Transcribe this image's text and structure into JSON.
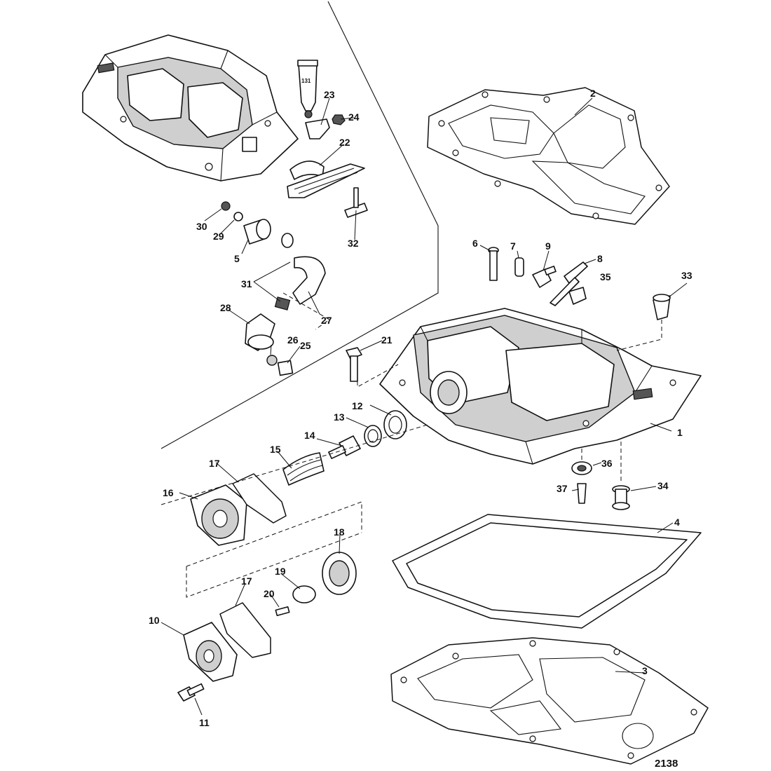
{
  "drawing_number": "2138",
  "tube_label": "131",
  "callouts": [
    {
      "id": "c1",
      "label": "1"
    },
    {
      "id": "c2",
      "label": "2"
    },
    {
      "id": "c3",
      "label": "3"
    },
    {
      "id": "c4",
      "label": "4"
    },
    {
      "id": "c5",
      "label": "5"
    },
    {
      "id": "c6",
      "label": "6"
    },
    {
      "id": "c7",
      "label": "7"
    },
    {
      "id": "c8",
      "label": "8"
    },
    {
      "id": "c9",
      "label": "9"
    },
    {
      "id": "c10",
      "label": "10"
    },
    {
      "id": "c11",
      "label": "11"
    },
    {
      "id": "c12",
      "label": "12"
    },
    {
      "id": "c13",
      "label": "13"
    },
    {
      "id": "c14",
      "label": "14"
    },
    {
      "id": "c15",
      "label": "15"
    },
    {
      "id": "c16",
      "label": "16"
    },
    {
      "id": "c17a",
      "label": "17"
    },
    {
      "id": "c17b",
      "label": "17"
    },
    {
      "id": "c18",
      "label": "18"
    },
    {
      "id": "c19",
      "label": "19"
    },
    {
      "id": "c20",
      "label": "20"
    },
    {
      "id": "c21",
      "label": "21"
    },
    {
      "id": "c22",
      "label": "22"
    },
    {
      "id": "c23",
      "label": "23"
    },
    {
      "id": "c24",
      "label": "24"
    },
    {
      "id": "c25",
      "label": "25"
    },
    {
      "id": "c26",
      "label": "26"
    },
    {
      "id": "c27",
      "label": "27"
    },
    {
      "id": "c28",
      "label": "28"
    },
    {
      "id": "c29",
      "label": "29"
    },
    {
      "id": "c30",
      "label": "30"
    },
    {
      "id": "c31",
      "label": "31"
    },
    {
      "id": "c32",
      "label": "32"
    },
    {
      "id": "c33",
      "label": "33"
    },
    {
      "id": "c34",
      "label": "34"
    },
    {
      "id": "c35",
      "label": "35"
    },
    {
      "id": "c36",
      "label": "36"
    },
    {
      "id": "c37",
      "label": "37"
    }
  ]
}
